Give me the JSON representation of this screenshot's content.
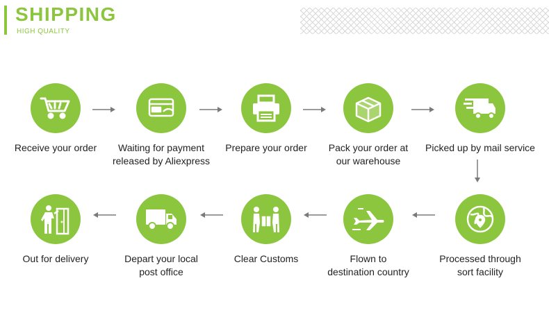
{
  "header": {
    "title": "SHIPPING",
    "subtitle": "HIGH QUALITY"
  },
  "accent_color": "#8cc63e",
  "steps": [
    {
      "label": "Receive your order",
      "icon": "cart-icon"
    },
    {
      "label": "Waiting for payment\nreleased by Aliexpress",
      "icon": "payment-card-icon"
    },
    {
      "label": "Prepare your order",
      "icon": "printer-icon"
    },
    {
      "label": "Pack your order at\nour warehouse",
      "icon": "package-icon"
    },
    {
      "label": "Picked up by mail service",
      "icon": "delivery-truck-icon"
    },
    {
      "label": "Processed through\nsort facility",
      "icon": "globe-pin-icon"
    },
    {
      "label": "Flown to\ndestination country",
      "icon": "airplane-icon"
    },
    {
      "label": "Clear Customs",
      "icon": "customs-people-icon"
    },
    {
      "label": "Depart your local\npost office",
      "icon": "van-icon"
    },
    {
      "label": "Out for delivery",
      "icon": "courier-icon"
    }
  ]
}
